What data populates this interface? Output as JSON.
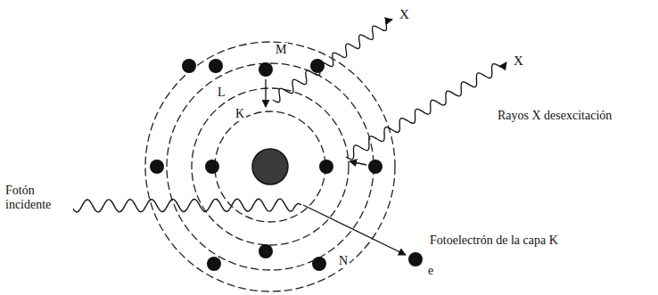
{
  "diagram": {
    "labels": [
      "X",
      "M",
      "X",
      "L",
      "K",
      "Rayos X desexcitación",
      "Fotón incidente",
      "Fotoelectrón de la capa K",
      "N",
      "e"
    ]
  }
}
